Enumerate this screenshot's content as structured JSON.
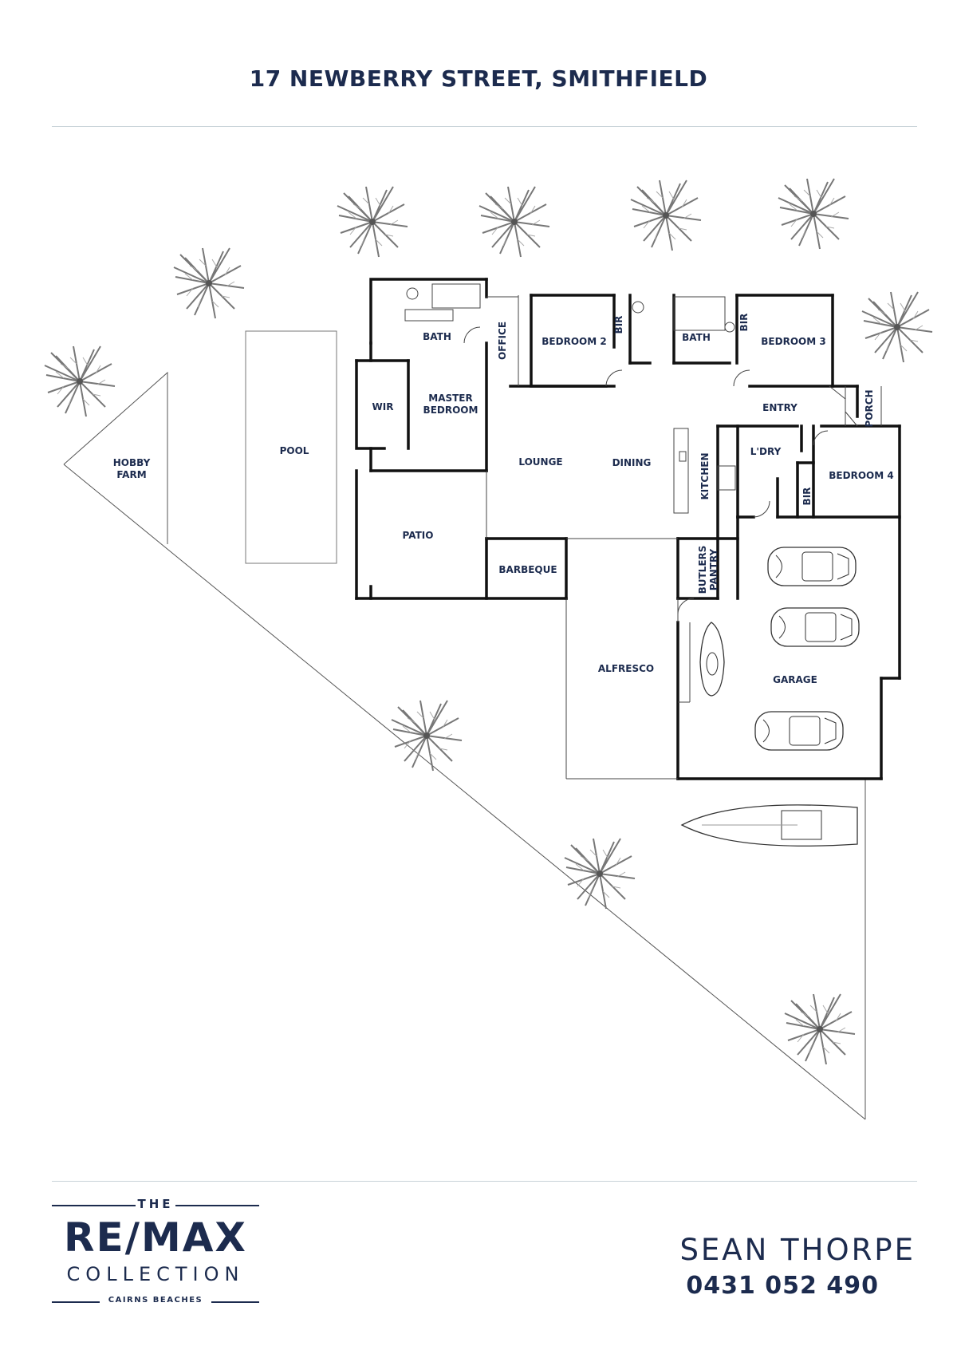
{
  "header": {
    "address": "17 NEWBERRY STREET, SMITHFIELD"
  },
  "rooms": {
    "bath_master": "BATH",
    "office": "OFFICE",
    "bedroom2": "BEDROOM 2",
    "bir_1": "BIR",
    "bath_2": "BATH",
    "bir_2": "BIR",
    "bedroom3": "BEDROOM 3",
    "wir": "WIR",
    "master_line1": "MASTER",
    "master_line2": "BEDROOM",
    "entry": "ENTRY",
    "porch": "PORCH",
    "hobby_line1": "HOBBY",
    "hobby_line2": "FARM",
    "pool": "POOL",
    "lounge": "LOUNGE",
    "dining": "DINING",
    "kitchen": "KITCHEN",
    "ldry": "L'DRY",
    "bedroom4": "BEDROOM 4",
    "bir_3": "BIR",
    "patio": "PATIO",
    "barbeque": "BARBEQUE",
    "butlers_line1": "BUTLERS",
    "butlers_line2": "PANTRY",
    "alfresco": "ALFRESCO",
    "garage": "GARAGE"
  },
  "icons": [
    "palm-tree-icon",
    "car-icon",
    "jet-ski-icon",
    "boat-icon"
  ],
  "footer": {
    "logo_top": "THE",
    "logo_brand": "RE/MAX",
    "logo_sub": "COLLECTION",
    "logo_location": "CAIRNS BEACHES",
    "agent_name": "SEAN THORPE",
    "agent_phone": "0431 052 490"
  },
  "colors": {
    "text": "#1c2b4e",
    "rule": "#c9d3d8",
    "wall": "#111111"
  }
}
